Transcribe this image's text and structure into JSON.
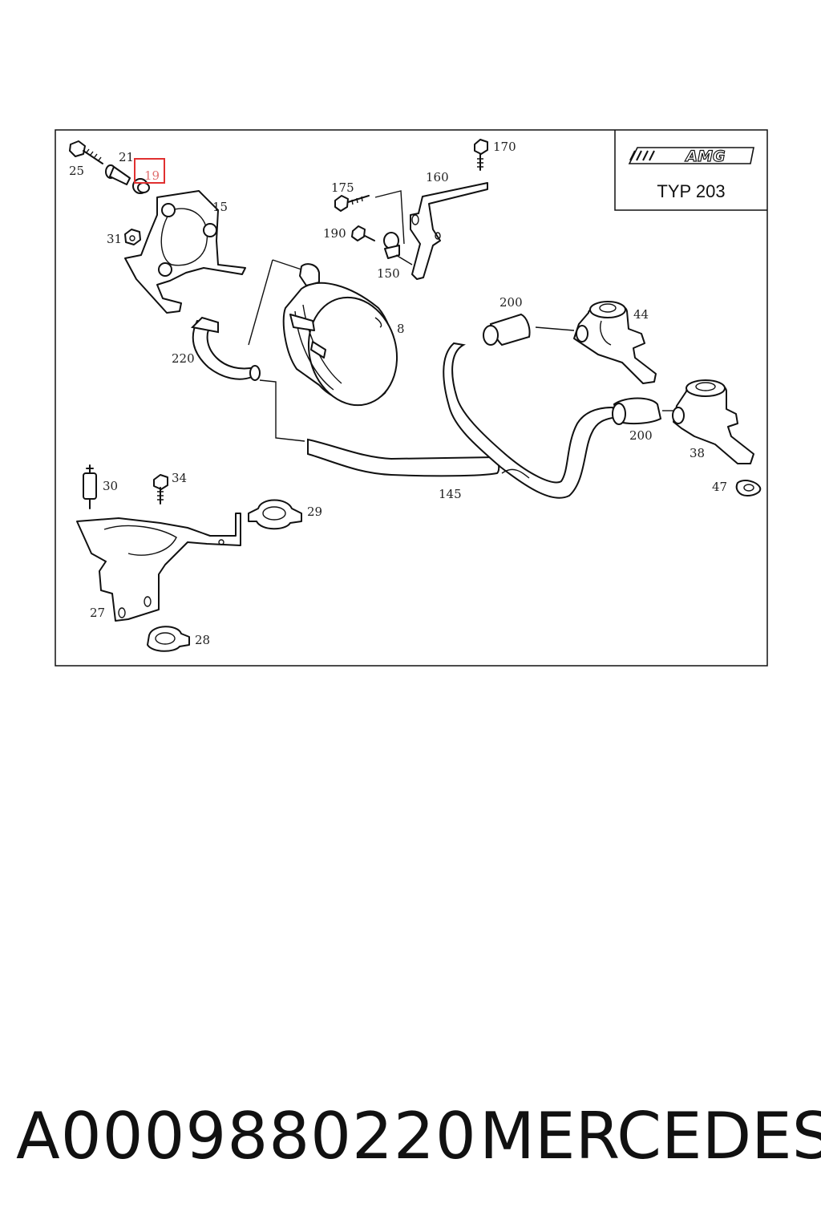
{
  "logo": {
    "brand": "AMG",
    "type_label": "TYP 203"
  },
  "callouts": {
    "c25": "25",
    "c21": "21",
    "c19": "19",
    "c15": "15",
    "c31": "31",
    "c175": "175",
    "c190": "190",
    "c150": "150",
    "c160": "160",
    "c170": "170",
    "c8": "8",
    "c220": "220",
    "c200a": "200",
    "c44": "44",
    "c200b": "200",
    "c38": "38",
    "c47": "47",
    "c145": "145",
    "c30": "30",
    "c34": "34",
    "c29": "29",
    "c27": "27",
    "c28": "28"
  },
  "highlight": {
    "callout": "19",
    "color": "#e03030"
  },
  "footer": {
    "part_number": "A0009880220",
    "brand": "MERCEDES"
  }
}
